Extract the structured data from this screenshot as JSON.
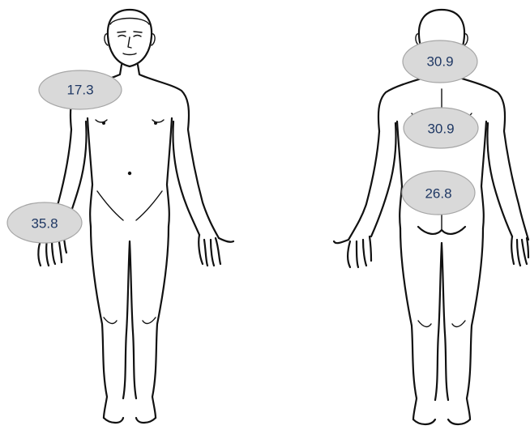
{
  "figure": {
    "views": [
      "front",
      "back"
    ]
  },
  "markers": {
    "front_shoulder": "17.3",
    "front_hand": "35.8",
    "back_neck": "30.9",
    "back_upper": "30.9",
    "back_lower": "26.8"
  },
  "colors": {
    "bubble_fill": "#d9d9d9",
    "bubble_stroke": "#a6a6a6",
    "value_text": "#1f3864",
    "outline": "#111111"
  }
}
